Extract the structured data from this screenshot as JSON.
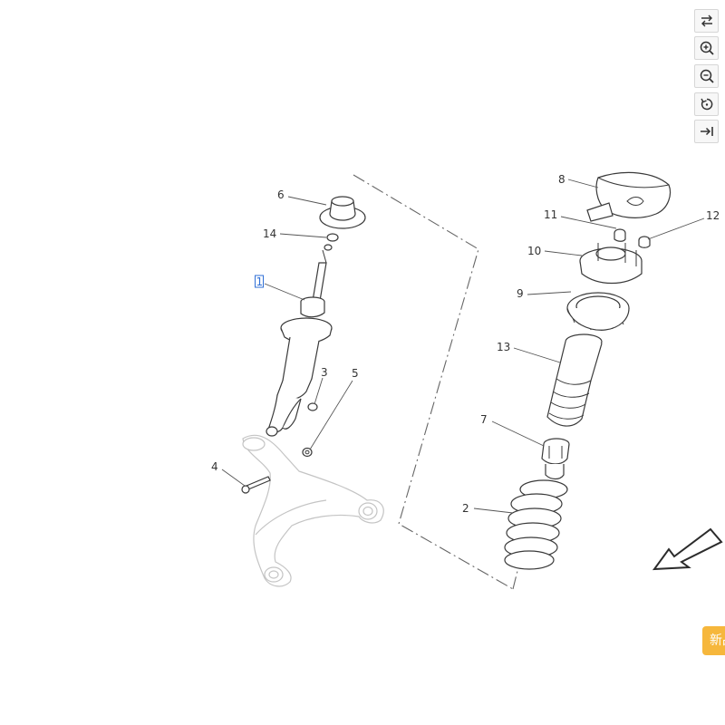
{
  "toolbar": {
    "items": [
      {
        "name": "swap-icon"
      },
      {
        "name": "zoom-in-icon"
      },
      {
        "name": "zoom-out-icon"
      },
      {
        "name": "rotate-icon"
      },
      {
        "name": "collapse-panel-icon"
      }
    ]
  },
  "callouts": {
    "c1": "1",
    "c2": "2",
    "c3": "3",
    "c4": "4",
    "c5": "5",
    "c6": "6",
    "c7": "7",
    "c8": "8",
    "c9": "9",
    "c10": "10",
    "c11": "11",
    "c12": "12",
    "c13": "13",
    "c14": "14"
  },
  "selected_callout": "1",
  "colors": {
    "highlight": "#2f6fd6",
    "badge": "#f6b73c"
  },
  "badge": {
    "label": "新品"
  }
}
